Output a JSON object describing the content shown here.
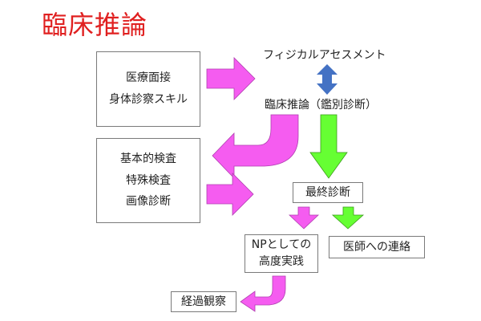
{
  "title": "臨床推論",
  "nodes": {
    "interview_box": {
      "lines": [
        "医療面接",
        "身体診察スキル"
      ]
    },
    "physical_assessment": {
      "label": "フィジカルアセスメント"
    },
    "clinical_reasoning": {
      "label": "臨床推論（鑑別診断）"
    },
    "tests_box": {
      "lines": [
        "基本的検査",
        "特殊検査",
        "画像診断"
      ]
    },
    "final_diagnosis": {
      "label": "最終診断"
    },
    "np_practice": {
      "lines": [
        "NPとしての",
        "高度実践"
      ]
    },
    "doctor_contact": {
      "label": "医師への連絡"
    },
    "observation": {
      "label": "経過観察"
    }
  },
  "colors": {
    "title": "#e02020",
    "magenta_arrow": "#f55cf0",
    "green_arrow": "#66ff33",
    "blue_arrow": "#4472c4",
    "box_border": "#7a7a7a"
  }
}
